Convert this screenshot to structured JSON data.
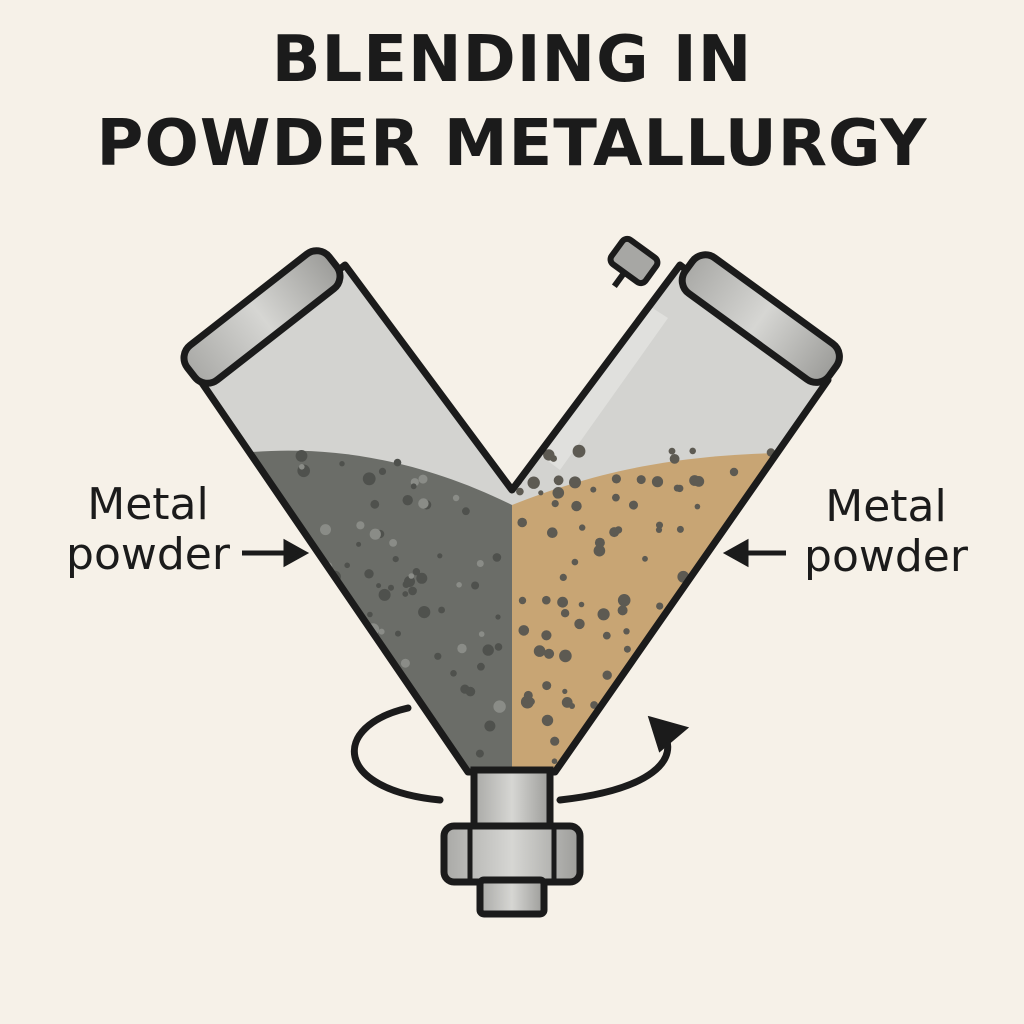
{
  "title": {
    "line1": "BLENDING IN",
    "line2": "POWDER METALLURGY"
  },
  "labels": {
    "left": {
      "line1": "Metal",
      "line2": "powder"
    },
    "right": {
      "line1": "Metal",
      "line2": "powder"
    }
  },
  "colors": {
    "background": "#f6f1e8",
    "outline": "#1b1b1b",
    "steel": "#c9c9c6",
    "steel_dark": "#8f8f8c",
    "powder_dark": "#6b6d68",
    "powder_tan": "#c8a574",
    "dot": "#4f514d"
  },
  "icons": {
    "rotation": "rotation-arrow-icon",
    "pointer": "arrow-right-icon"
  }
}
